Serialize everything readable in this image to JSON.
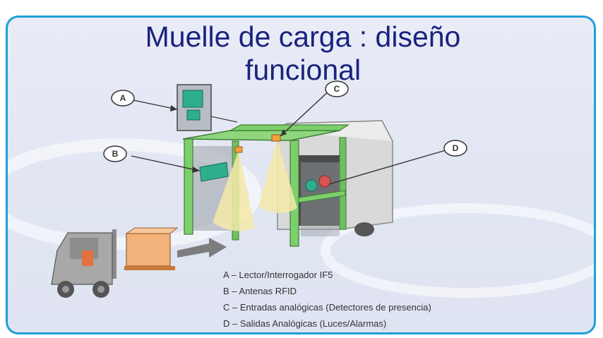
{
  "slide": {
    "title_line1": "Muelle de carga : diseño",
    "title_line2": "funcional",
    "colors": {
      "frame_border": "#1f9fd6",
      "title": "#1a237e",
      "portal_green": "#7ccf6b",
      "device_teal": "#2fae8e",
      "beam_yellow": "#f5e9a8",
      "crate_orange": "#f2b27a"
    }
  },
  "callouts": {
    "a": "A",
    "b": "B",
    "c": "C",
    "d": "D"
  },
  "legend": {
    "a": "A – Lector/Interrogador IF5",
    "b": "B – Antenas RFID",
    "c": "C – Entradas analógicas (Detectores de presencia)",
    "d": "D – Salidas Analógicas (Luces/Alarmas)"
  }
}
